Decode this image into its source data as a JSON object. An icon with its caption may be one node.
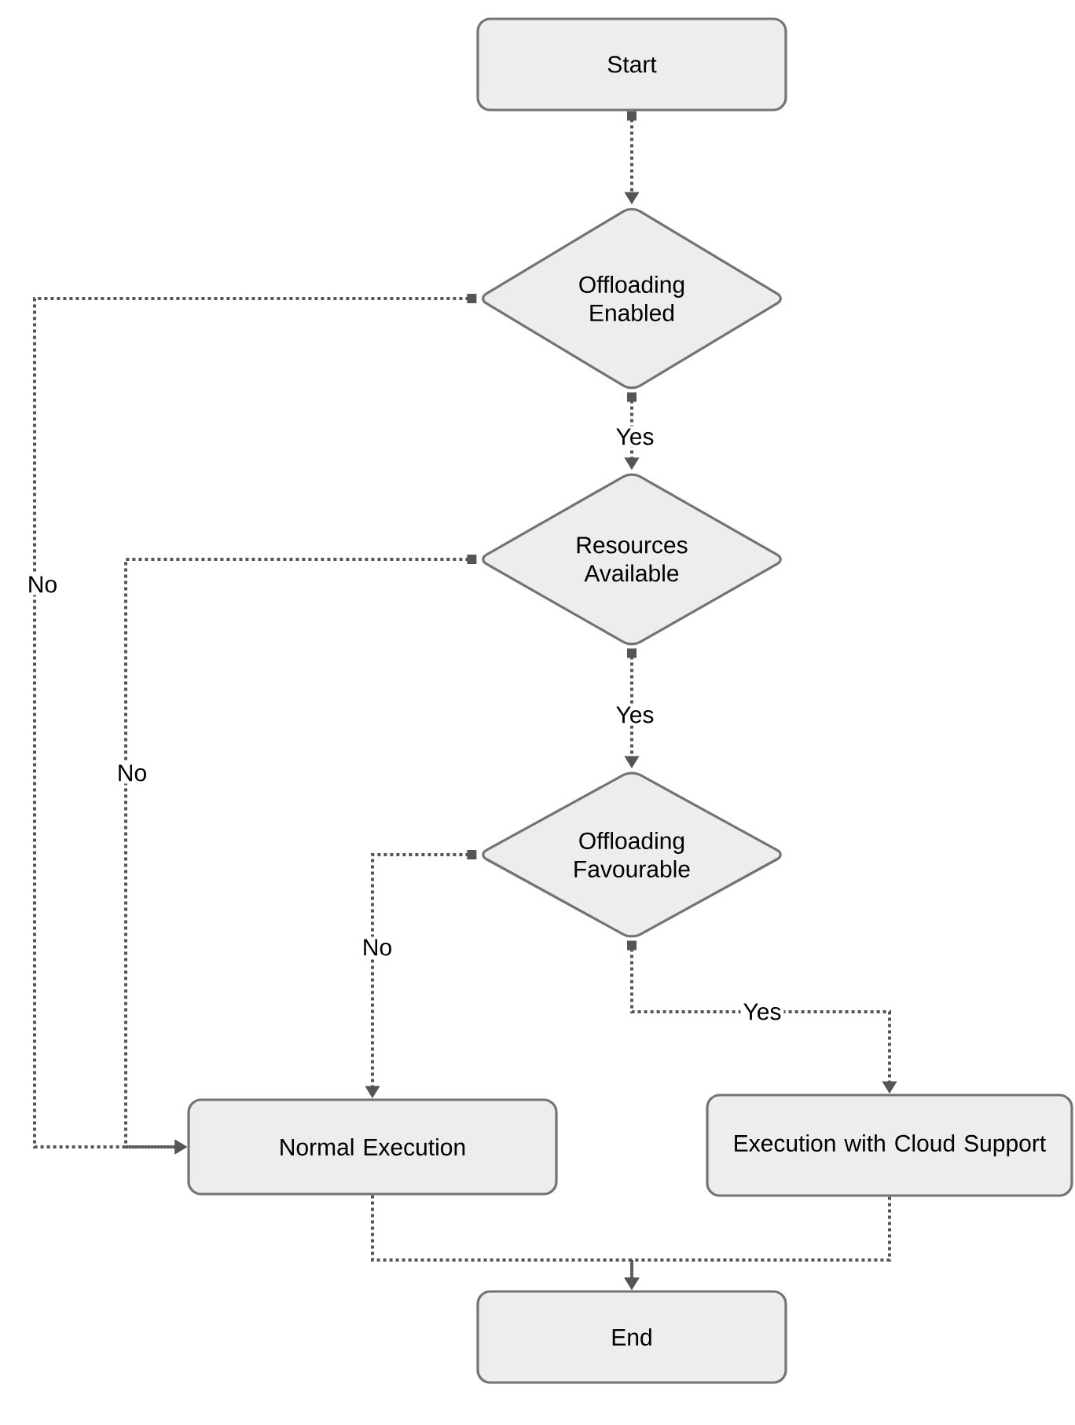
{
  "diagram": {
    "nodes": [
      {
        "text": [
          "Start"
        ]
      },
      {
        "text": [
          "Offloading Enabled"
        ]
      },
      {
        "text": [
          "Resources Available"
        ]
      },
      {
        "text": [
          "Offloading Favourable"
        ]
      },
      {
        "text": [
          "Normal Execution"
        ]
      },
      {
        "text": [
          "Execution with Cloud Support"
        ]
      },
      {
        "text": [
          "End"
        ]
      }
    ],
    "edges": [
      {
        "from": 0,
        "to": 1,
        "arrow": "to"
      },
      {
        "from": 1,
        "to": 2,
        "arrow": "to",
        "label": "Yes"
      },
      {
        "from": 1,
        "to": 4,
        "arrow": "to",
        "label": "No"
      },
      {
        "from": 2,
        "to": 3,
        "arrow": "to",
        "label": "Yes"
      },
      {
        "from": 2,
        "to": 4,
        "arrow": "to",
        "label": "No"
      },
      {
        "from": 3,
        "to": 4,
        "arrow": "to",
        "label": "No"
      },
      {
        "from": 3,
        "to": 5,
        "arrow": "to",
        "label": "Yes"
      },
      {
        "from": 4,
        "to": 6,
        "arrow": "to"
      },
      {
        "from": 5,
        "to": 6,
        "arrow": "to"
      }
    ]
  }
}
